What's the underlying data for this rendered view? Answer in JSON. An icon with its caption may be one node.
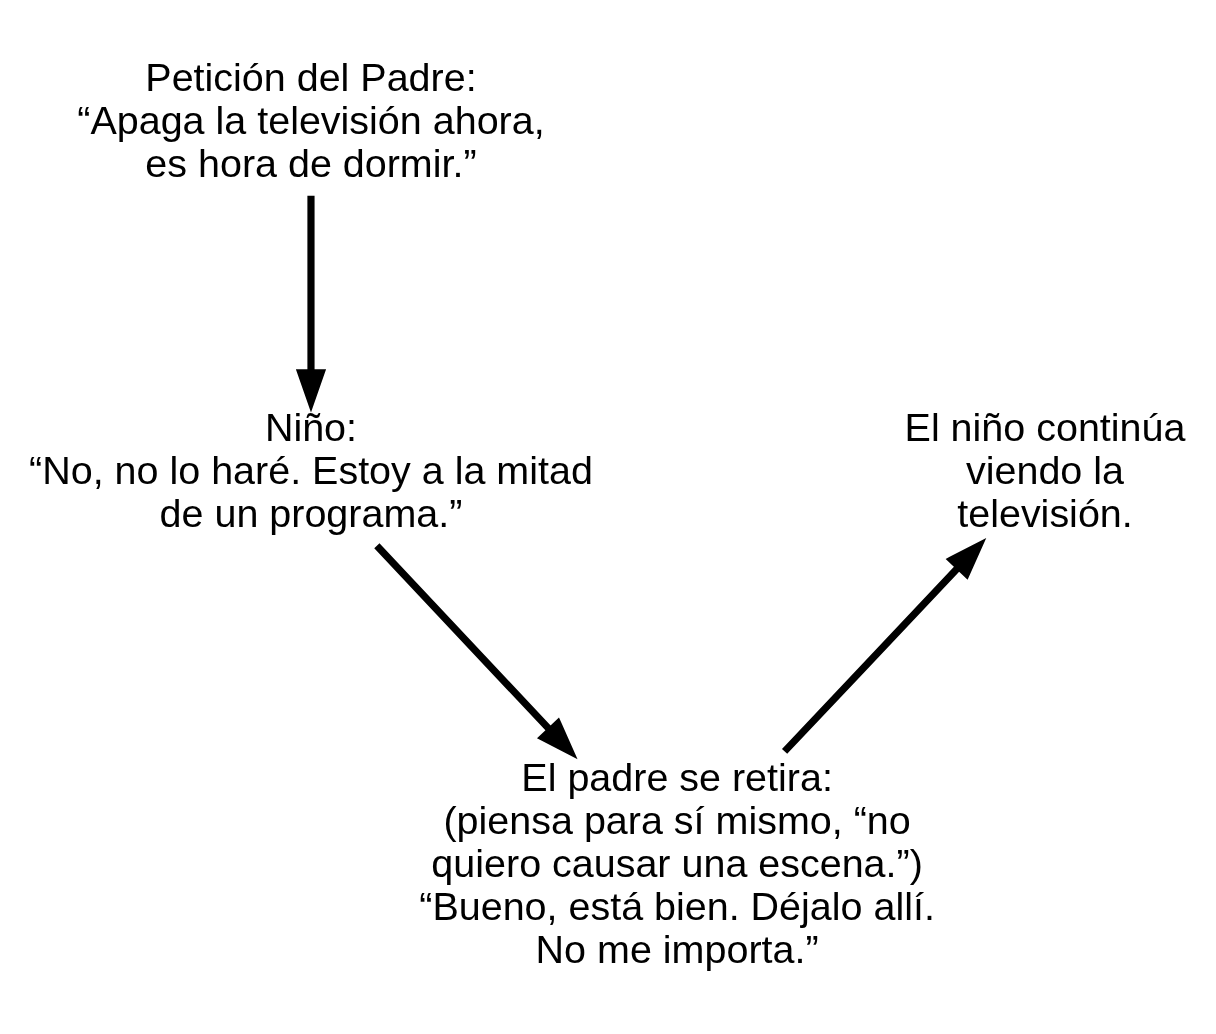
{
  "diagram": {
    "nodes": [
      {
        "text": [
          "Petición del Padre:",
          "“Apaga la televisión ahora, es hora de dormir.”"
        ]
      },
      {
        "text": [
          "Niño:",
          "“No, no lo haré. Estoy a la mitad de un programa.”"
        ]
      },
      {
        "text": [
          "El padre se retira:",
          "(piensa para sí mismo, “no quiero causar una escena.”)",
          "“Bueno, está bien. Déjalo allí. No me importa.”"
        ]
      },
      {
        "text": [
          "El niño continúa viendo la televisión."
        ]
      }
    ],
    "edges": [
      {
        "from": 0,
        "to": 1,
        "arrow": "to"
      },
      {
        "from": 1,
        "to": 2,
        "arrow": "to"
      },
      {
        "from": 2,
        "to": 3,
        "arrow": "to"
      }
    ]
  }
}
